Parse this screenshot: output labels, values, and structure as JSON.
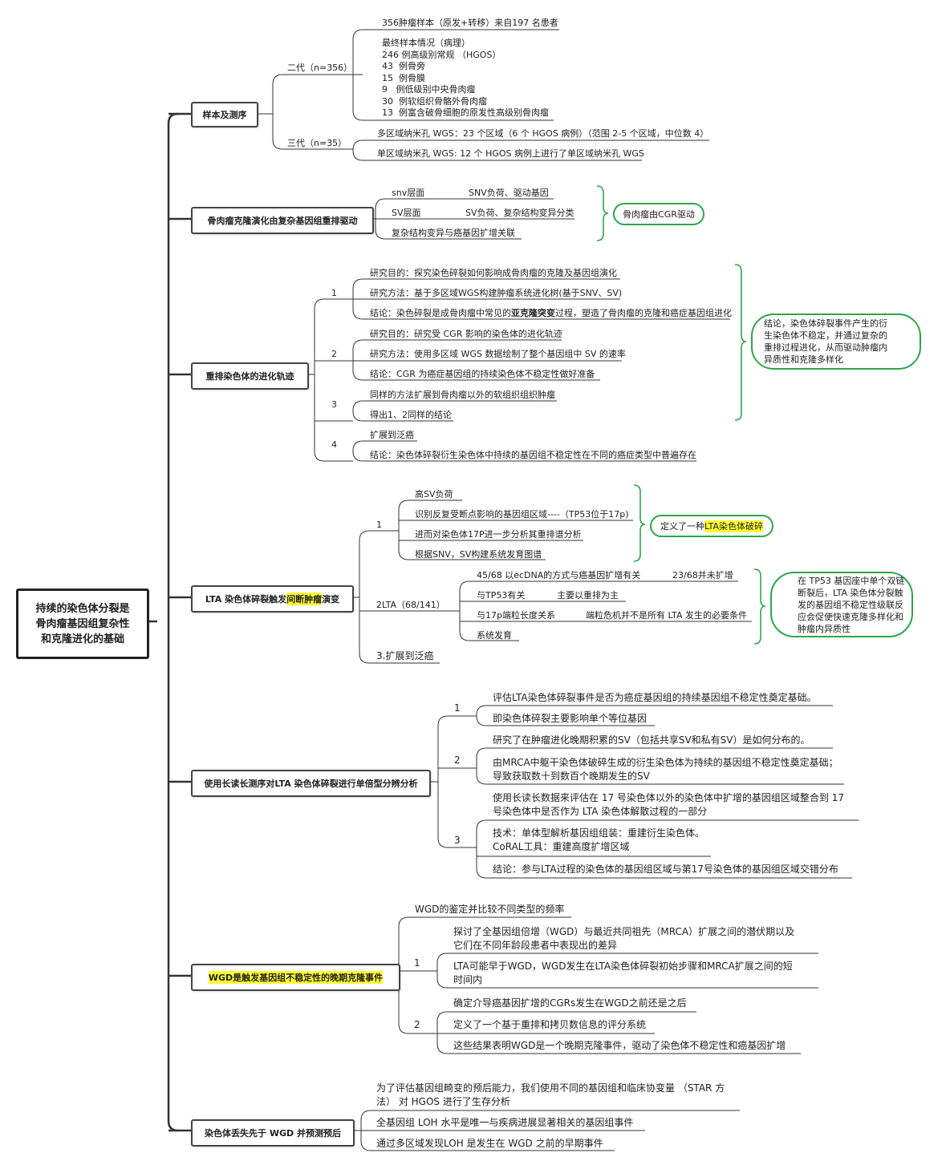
{
  "root": {
    "line1": "持续的染色体分裂是",
    "line2": "骨肉瘤基因组复杂性",
    "line3": "和克隆进化的基础"
  },
  "branches": {
    "b1": {
      "title": "样本及测序",
      "gen2": {
        "label": "二代（n=356）",
        "s1": "356肿瘤样本（原发+转移）来自197 名患者",
        "s2": "最终样本情况（病理）\n246 例高级别常规 （HGOS）\n43  例骨旁\n15  例骨膜\n9   例低级别中央骨肉瘤\n30  例软组织骨骼外骨肉瘤\n13  例富含破骨细胞的原发性高级别骨肉瘤"
      },
      "gen3": {
        "label": "三代（n=35）",
        "s1": "多区域纳米孔 WGS：23 个区域（6 个 HGOS 病例）（范围 2-5 个区域，中位数 4）",
        "s2": "单区域纳米孔 WGS: 12 个 HGOS 病例上进行了单区域纳米孔 WGS"
      }
    },
    "b2": {
      "title": "骨肉瘤克隆演化由复杂基因组重排驱动",
      "r1a": "snv层面",
      "r1b": "SNV负荷、驱动基因",
      "r2a": "SV层面",
      "r2b": "SV负荷、复杂结构变异分类",
      "r3": "复杂结构变异与癌基因扩增关联",
      "conclusion": "骨肉瘤由CGR驱动"
    },
    "b3": {
      "title": "重排染色体的进化轨迹",
      "n1": "1",
      "n2": "2",
      "n3": "3",
      "n4": "4",
      "l1": "研究目的：探究染色碎裂如何影响成骨肉瘤的克隆及基因组演化",
      "l2": "研究方法：基于多区域WGS构建肿瘤系统进化树(基于SNV、SV)",
      "l3a": "结论：染色碎裂是成骨肉瘤中常见的",
      "l3b": "亚克隆突变",
      "l3c": "过程，塑造了骨肉瘤的克隆和癌症基因组进化",
      "l4": "研究目的：研究受 CGR 影响的染色体的进化轨迹",
      "l5": "研究方法：使用多区域 WGS 数据绘制了整个基因组中 SV 的速率",
      "l6": "结论：CGR 为癌症基因组的持续染色体不稳定性做好准备",
      "l7": "同样的方法扩展到骨肉瘤以外的软组织组织肿瘤",
      "l8": "得出1、2同样的结论",
      "l9": "扩展到泛癌",
      "l10": "结论：染色体碎裂衍生染色体中持续的基因组不稳定性在不同的癌症类型中普遍存在",
      "conclusion": "结论，染色体碎裂事件产生的衍\n生染色体不稳定，并通过复杂的\n重排过程进化，从而驱动肿瘤内\n异质性和克隆多样化"
    },
    "b4": {
      "title_a": "LTA 染色体碎裂触发",
      "title_hl": "间断肿瘤",
      "title_b": "演变",
      "n1": "1",
      "a1": "高SV负荷",
      "a2": "识别反复受断点影响的基因组区域----（TP53位于17p)",
      "a3": "进而对染色体17P进一步分析其重排谱分析",
      "a4": "根据SNV，SV构建系统发育图谱",
      "concl1a": "定义了一种",
      "concl1hl": "LTA染色体破碎",
      "n2": "2LTA（68/141）",
      "b1a": "45/68  以ecDNA的方式与癌基因扩增有关",
      "b1b": "23/68并未扩增",
      "b2a": "与TP53有关",
      "b2b": "主要以重排为主",
      "b3a": "与17p端粒长度关系",
      "b3b": "端粒危机并不是所有 LTA 发生的必要条件",
      "b4": "系统发育",
      "concl2": "在 TP53 基因座中单个双链\n断裂后，LTA 染色体分裂触\n发的基因组不稳定性级联反\n应会促使快速克隆多样化和\n肿瘤内异质性",
      "n3": "3.扩展到泛癌"
    },
    "b5": {
      "title": "使用长读长测序对LTA 染色体碎裂进行单倍型分辨分析",
      "n1": "1",
      "n2": "2",
      "n3": "3",
      "c1": "评估LTA染色体碎裂事件是否为癌症基因组的持续基因组不稳定性奠定基础。",
      "c2": "即染色体碎裂主要影响单个等位基因",
      "c3": "研究了在肿瘤进化晚期积累的SV（包括共享SV和私有SV）是如何分布的。",
      "c4": "由MRCA中躯干染色体破碎生成的衍生染色体为持续的基因组不稳定性奠定基础；\n导致获取数十到数百个晚期发生的SV",
      "c5": "使用长读长数据来评估在 17 号染色体以外的染色体中扩增的基因组区域整合到 17\n号染色体中是否作为 LTA 染色体解散过程的一部分",
      "c6": "技术：单体型解析基因组组装：重建衍生染色体。\nCoRAL工具：重建高度扩增区域",
      "c7": "结论：参与LTA过程的染色体的基因组区域与第17号染色体的基因组区域交错分布"
    },
    "b6": {
      "title": "WGD是触发基因组不稳定性的晚期克隆事件",
      "top": "WGD的鉴定并比较不同类型的频率",
      "n1": "1",
      "n2": "2",
      "d1": "探讨了全基因组倍增（WGD）与最近共同祖先（MRCA）扩展之间的潜伏期以及\n它们在不同年龄段患者中表现出的差异",
      "d2": "LTA可能早于WGD，WGD发生在LTA染色体碎裂初始步骤和MRCA扩展之间的短\n时间内",
      "d3": "确定介导癌基因扩增的CGRs发生在WGD之前还是之后",
      "d4": "定义了一个基于重排和拷贝数信息的评分系统",
      "d5": "这些结果表明WGD是一个晚期克隆事件，驱动了染色体不稳定性和癌基因扩增"
    },
    "b7": {
      "title": "染色体丢失先于 WGD 并预测预后",
      "e1": "为了评估基因组畸变的预后能力，我们使用不同的基因组和临床协变量 （STAR 方\n法） 对 HGOS 进行了生存分析",
      "e2": "全基因组 LOH 水平是唯一与疾病进展显著相关的基因组事件",
      "e3": "通过多区域发现LOH 是发生在 WGD 之前的早期事件"
    }
  },
  "colors": {
    "line": "#333333",
    "accent_green": "#2aa84a",
    "highlight": "#ffff33"
  }
}
